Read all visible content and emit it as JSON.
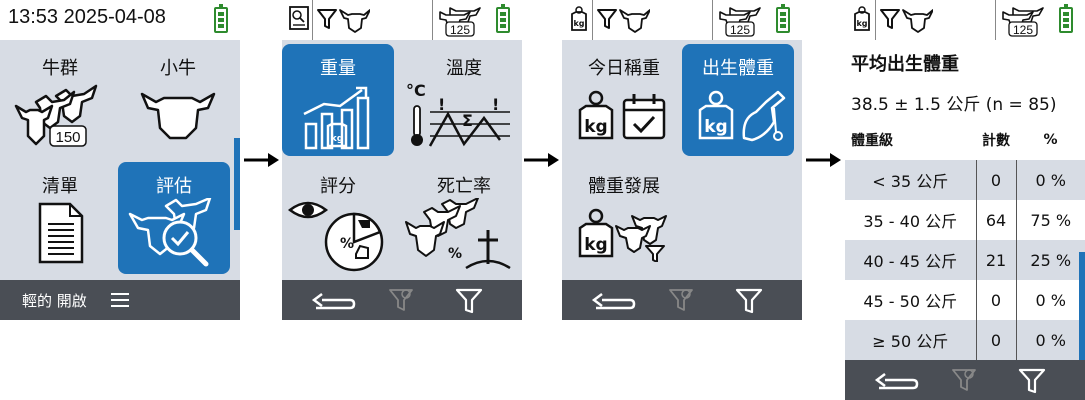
{
  "screen1": {
    "time": "13:53 2025-04-08",
    "tiles": [
      {
        "label": "牛群",
        "badge": "150",
        "selected": false
      },
      {
        "label": "小牛",
        "selected": false
      },
      {
        "label": "清單",
        "selected": false
      },
      {
        "label": "評估",
        "selected": true
      }
    ],
    "bottom": {
      "text": "輕的 開啟",
      "menu_icon": "hamburger-icon"
    }
  },
  "screen2": {
    "herd_count": "125",
    "tiles": [
      {
        "label": "重量",
        "selected": true
      },
      {
        "label": "溫度",
        "unit": "°C",
        "selected": false
      },
      {
        "label": "評分",
        "pct": "%",
        "selected": false
      },
      {
        "label": "死亡率",
        "pct": "%",
        "selected": false
      }
    ]
  },
  "screen3": {
    "herd_count": "125",
    "kg": "kg",
    "tiles": [
      {
        "label": "今日稱重",
        "selected": false
      },
      {
        "label": "出生體重",
        "selected": true
      },
      {
        "label": "體重發展",
        "selected": false
      }
    ]
  },
  "screen4": {
    "herd_count": "125",
    "kg": "kg",
    "title": "平均出生體重",
    "summary": "38.5 ± 1.5 公斤 (n = 85)",
    "columns": [
      "體重級",
      "計數",
      "%"
    ],
    "rows": [
      {
        "range": "< 35 公斤",
        "count": "0",
        "pct": "0 %"
      },
      {
        "range": "35 - 40 公斤",
        "count": "64",
        "pct": "75 %"
      },
      {
        "range": "40 - 45 公斤",
        "count": "21",
        "pct": "25 %"
      },
      {
        "range": "45 - 50 公斤",
        "count": "0",
        "pct": "0 %"
      },
      {
        "range": "≥ 50 公斤",
        "count": "0",
        "pct": "0 %"
      }
    ]
  },
  "colors": {
    "accent": "#1f73b8",
    "panel": "#d7dce4",
    "bottom_bar": "#4a4e55",
    "battery": "#2e8b2e"
  }
}
